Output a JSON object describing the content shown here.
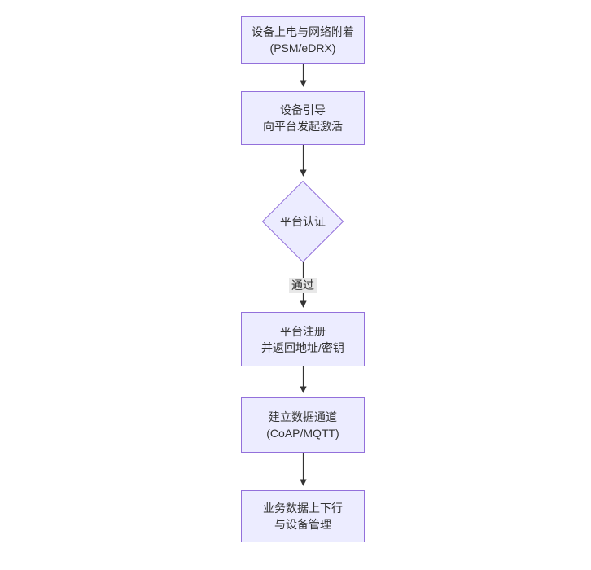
{
  "diagram": {
    "type": "flowchart",
    "direction": "top-down",
    "nodes": {
      "power_attach": {
        "line1": "设备上电与网络附着",
        "line2": "(PSM/eDRX)"
      },
      "bootstrap": {
        "line1": "设备引导",
        "line2": "向平台发起激活"
      },
      "auth": {
        "label": "平台认证"
      },
      "register": {
        "line1": "平台注册",
        "line2": "并返回地址/密钥"
      },
      "channel": {
        "line1": "建立数据通道",
        "line2": "(CoAP/MQTT)"
      },
      "service": {
        "line1": "业务数据上下行",
        "line2": "与设备管理"
      }
    },
    "edge_labels": {
      "auth_pass": "通过"
    },
    "colors": {
      "node_fill": "#ECECFF",
      "node_border": "#9370DB",
      "node_text": "#333333",
      "arrow": "#333333",
      "edge_label_bg": "#e8e8e8",
      "edge_label_text": "#333333",
      "background": "#ffffff"
    }
  }
}
